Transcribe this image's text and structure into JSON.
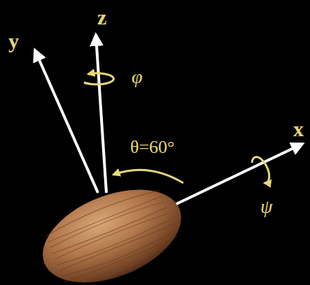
{
  "diagram": {
    "labels": [
      "y",
      "z",
      "φ",
      "θ=60°",
      "x",
      "ψ"
    ]
  }
}
